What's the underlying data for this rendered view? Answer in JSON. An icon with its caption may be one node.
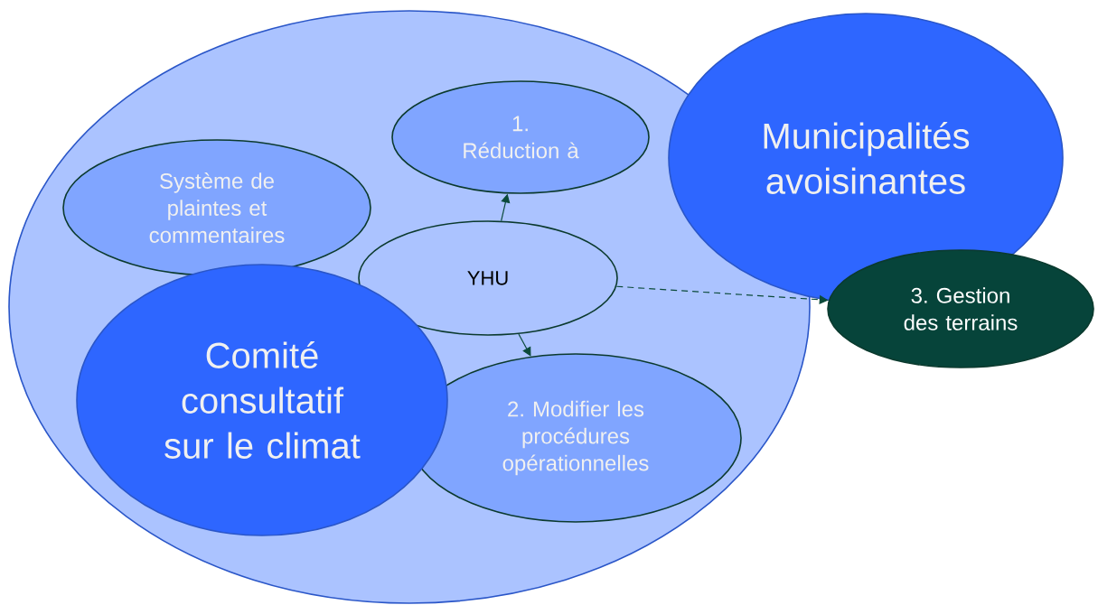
{
  "diagram": {
    "nodes": [
      {
        "text": [],
        "shape": "circle"
      },
      {
        "text": [
          "1. Réduction à"
        ],
        "in": 0
      },
      {
        "text": [
          "Municipalités avoisinantes"
        ]
      },
      {
        "text": [
          "Système de plaintes et commentaires"
        ],
        "in": 0
      },
      {
        "text": [
          "YHU"
        ],
        "in": 0
      },
      {
        "text": [
          "3. Gestion des terrains"
        ]
      },
      {
        "text": [
          "Comité consultatif sur le climat"
        ],
        "in": 0
      },
      {
        "text": [
          "2. Modifier les procédures opérationnelles"
        ],
        "in": 0
      }
    ],
    "edges": [
      {
        "from": 4,
        "to": 1,
        "arrow": "to"
      },
      {
        "from": 4,
        "to": 7,
        "arrow": "to"
      },
      {
        "from": 4,
        "to": 5,
        "arrow": "to",
        "style": "dashed"
      }
    ]
  }
}
